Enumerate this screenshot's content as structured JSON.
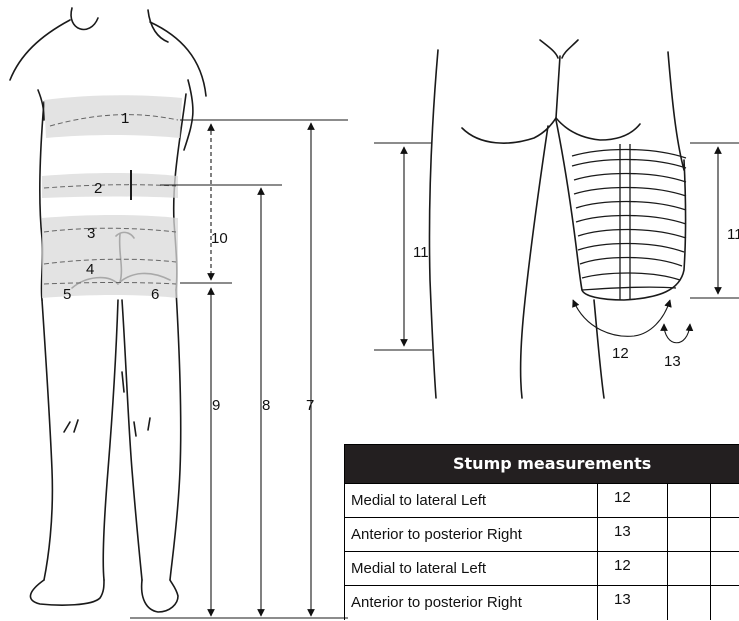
{
  "back_view": {
    "labels": [
      "1",
      "2",
      "3",
      "4",
      "5",
      "6",
      "7",
      "8",
      "9",
      "10"
    ]
  },
  "front_view": {
    "labels": [
      "11",
      "11",
      "12",
      "13"
    ]
  },
  "table": {
    "title": "Stump measurements",
    "rows": [
      {
        "label": "Medial to lateral Left",
        "value": "12"
      },
      {
        "label": "Anterior to posterior Right",
        "value": "13"
      },
      {
        "label": "Medial to lateral Left",
        "value": "12"
      },
      {
        "label": "Anterior to posterior Right",
        "value": "13"
      }
    ]
  }
}
